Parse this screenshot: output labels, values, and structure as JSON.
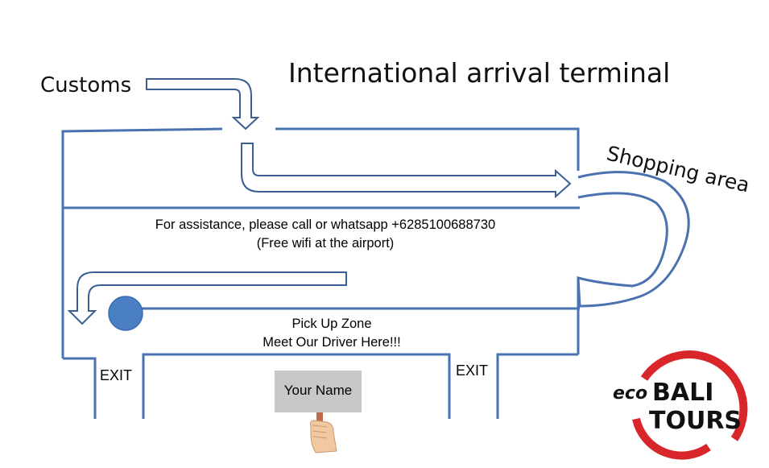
{
  "title": "International arrival terminal",
  "labels": {
    "customs": "Customs",
    "shopping": "Shopping area",
    "assistance_line1": "For assistance, please call or whatsapp +6285100688730",
    "assistance_line2": "(Free wifi at the airport)",
    "pickup_line1": "Pick Up Zone",
    "pickup_line2": "Meet Our Driver Here!!!",
    "exit_left": "EXIT",
    "exit_right": "EXIT",
    "sign_text": "Your Name"
  },
  "logo": {
    "eco": "eco",
    "bali": "BALI",
    "tours": "TOURS"
  },
  "colors": {
    "wall": "#4a72b0",
    "arrow": "#3a5f93",
    "marker": "#4a7fc4",
    "sign": "#c8c8c8",
    "logo_red": "#d9262b"
  }
}
